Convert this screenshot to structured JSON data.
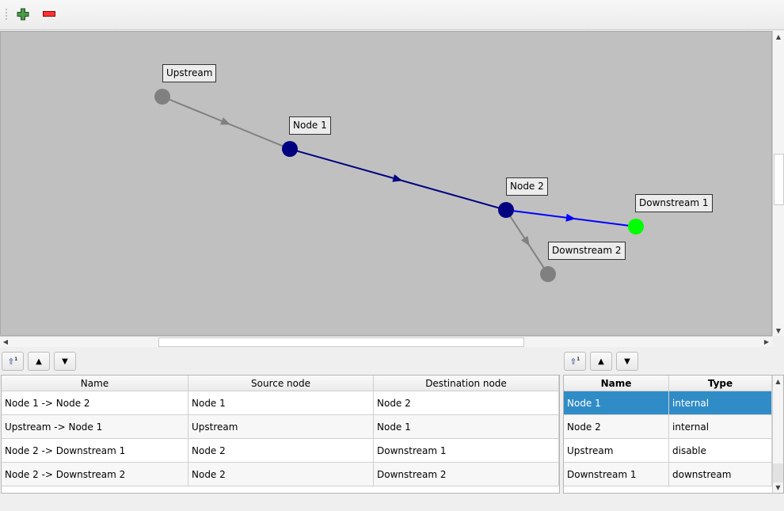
{
  "toolbar": {
    "add_icon": "green-plus-icon",
    "remove_icon": "red-minus-icon"
  },
  "graph": {
    "nodes": [
      {
        "name": "Upstream",
        "color": "#808080"
      },
      {
        "name": "Node 1",
        "color": "#000080"
      },
      {
        "name": "Node 2",
        "color": "#000080"
      },
      {
        "name": "Downstream 1",
        "color": "#00ff00"
      },
      {
        "name": "Downstream 2",
        "color": "#808080"
      }
    ],
    "edges": [
      {
        "from": "Upstream",
        "to": "Node 1",
        "color": "#808080"
      },
      {
        "from": "Node 1",
        "to": "Node 2",
        "color": "#000080"
      },
      {
        "from": "Node 2",
        "to": "Downstream 1",
        "color": "#0000ff"
      },
      {
        "from": "Node 2",
        "to": "Downstream 2",
        "color": "#808080"
      }
    ]
  },
  "edges_table": {
    "headers": [
      "Name",
      "Source node",
      "Destination node"
    ],
    "rows": [
      [
        "Node 1 -> Node 2",
        "Node 1",
        "Node 2"
      ],
      [
        "Upstream -> Node 1",
        "Upstream",
        "Node 1"
      ],
      [
        "Node 2 -> Downstream 1",
        "Node 2",
        "Downstream 1"
      ],
      [
        "Node 2 -> Downstream 2",
        "Node 2",
        "Downstream 2"
      ]
    ]
  },
  "nodes_table": {
    "headers": [
      "Name",
      "Type"
    ],
    "rows": [
      [
        "Node 1",
        "internal"
      ],
      [
        "Node 2",
        "internal"
      ],
      [
        "Upstream",
        "disable"
      ],
      [
        "Downstream 1",
        "downstream"
      ]
    ],
    "selected_row": 0
  }
}
